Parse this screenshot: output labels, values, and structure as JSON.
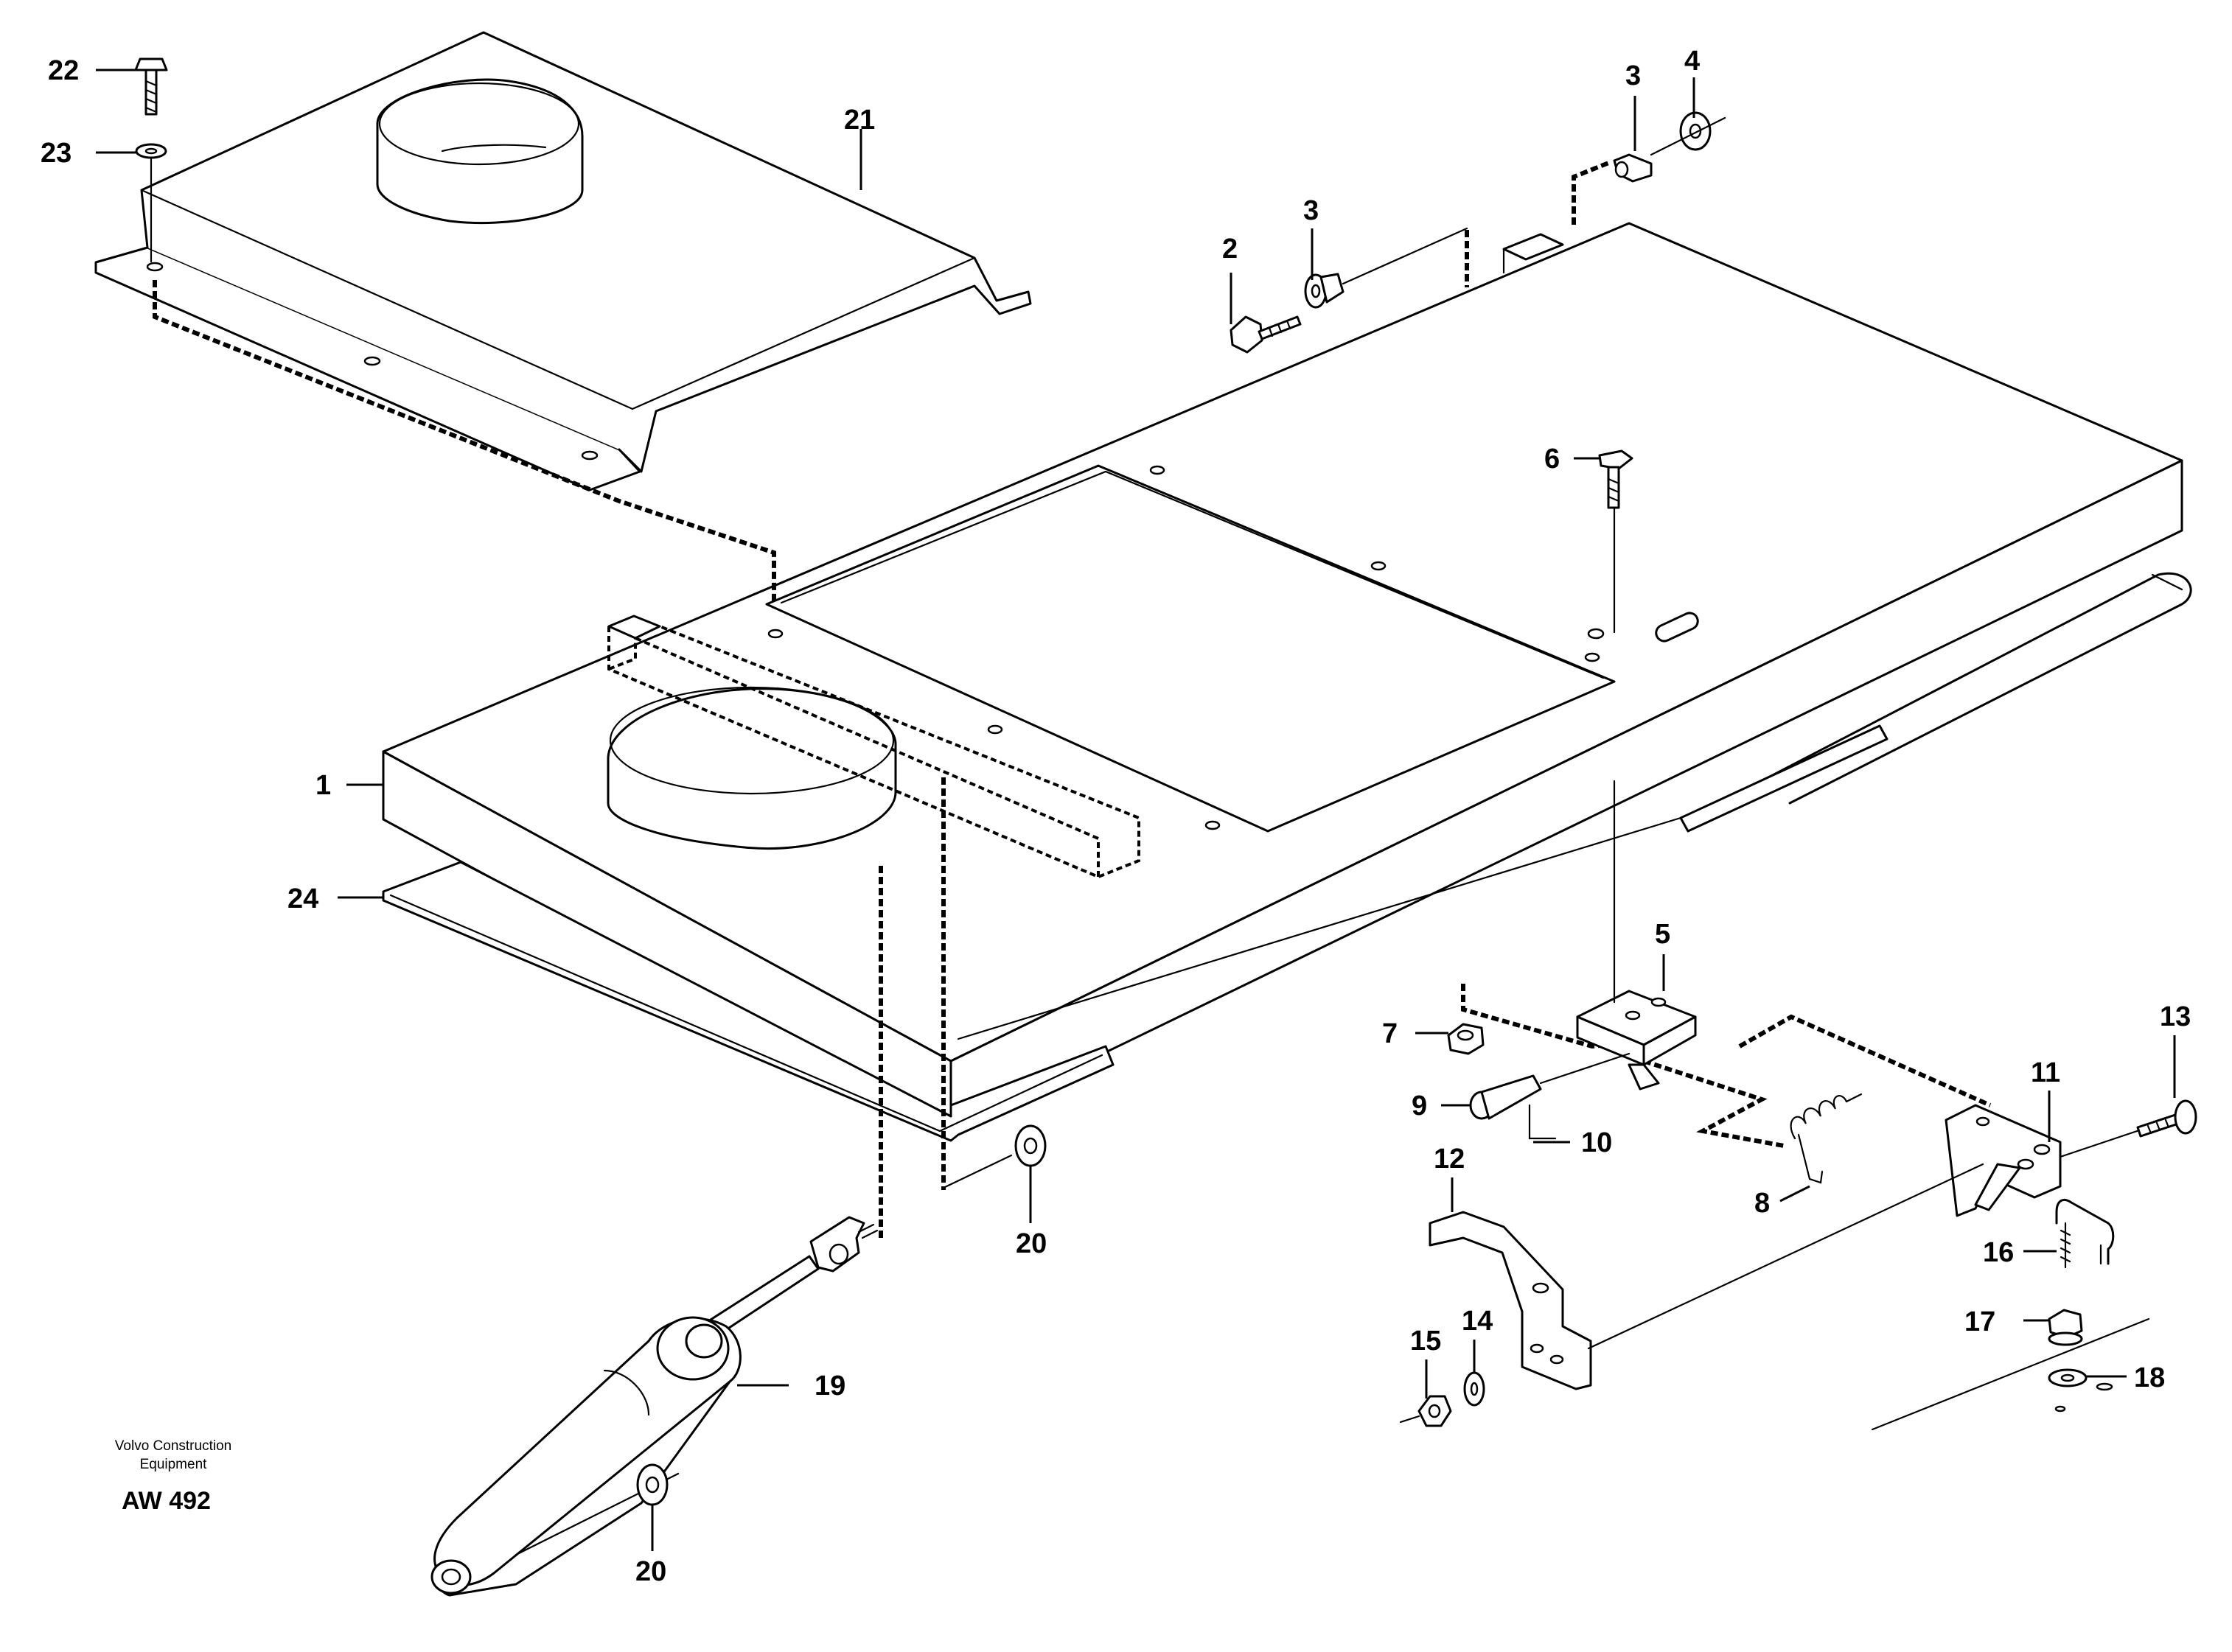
{
  "diagram": {
    "labels": {
      "l1": "1",
      "l2": "2",
      "l3a": "3",
      "l3b": "3",
      "l4": "4",
      "l5": "5",
      "l6": "6",
      "l7": "7",
      "l8": "8",
      "l9": "9",
      "l10": "10",
      "l11": "11",
      "l12": "12",
      "l13": "13",
      "l14": "14",
      "l15": "15",
      "l16": "16",
      "l17": "17",
      "l18": "18",
      "l19": "19",
      "l20a": "20",
      "l20b": "20",
      "l21": "21",
      "l22": "22",
      "l23": "23",
      "l24": "24"
    },
    "credit_line1": "Volvo Construction",
    "credit_line2": "Equipment",
    "figure_code": "AW 492"
  }
}
